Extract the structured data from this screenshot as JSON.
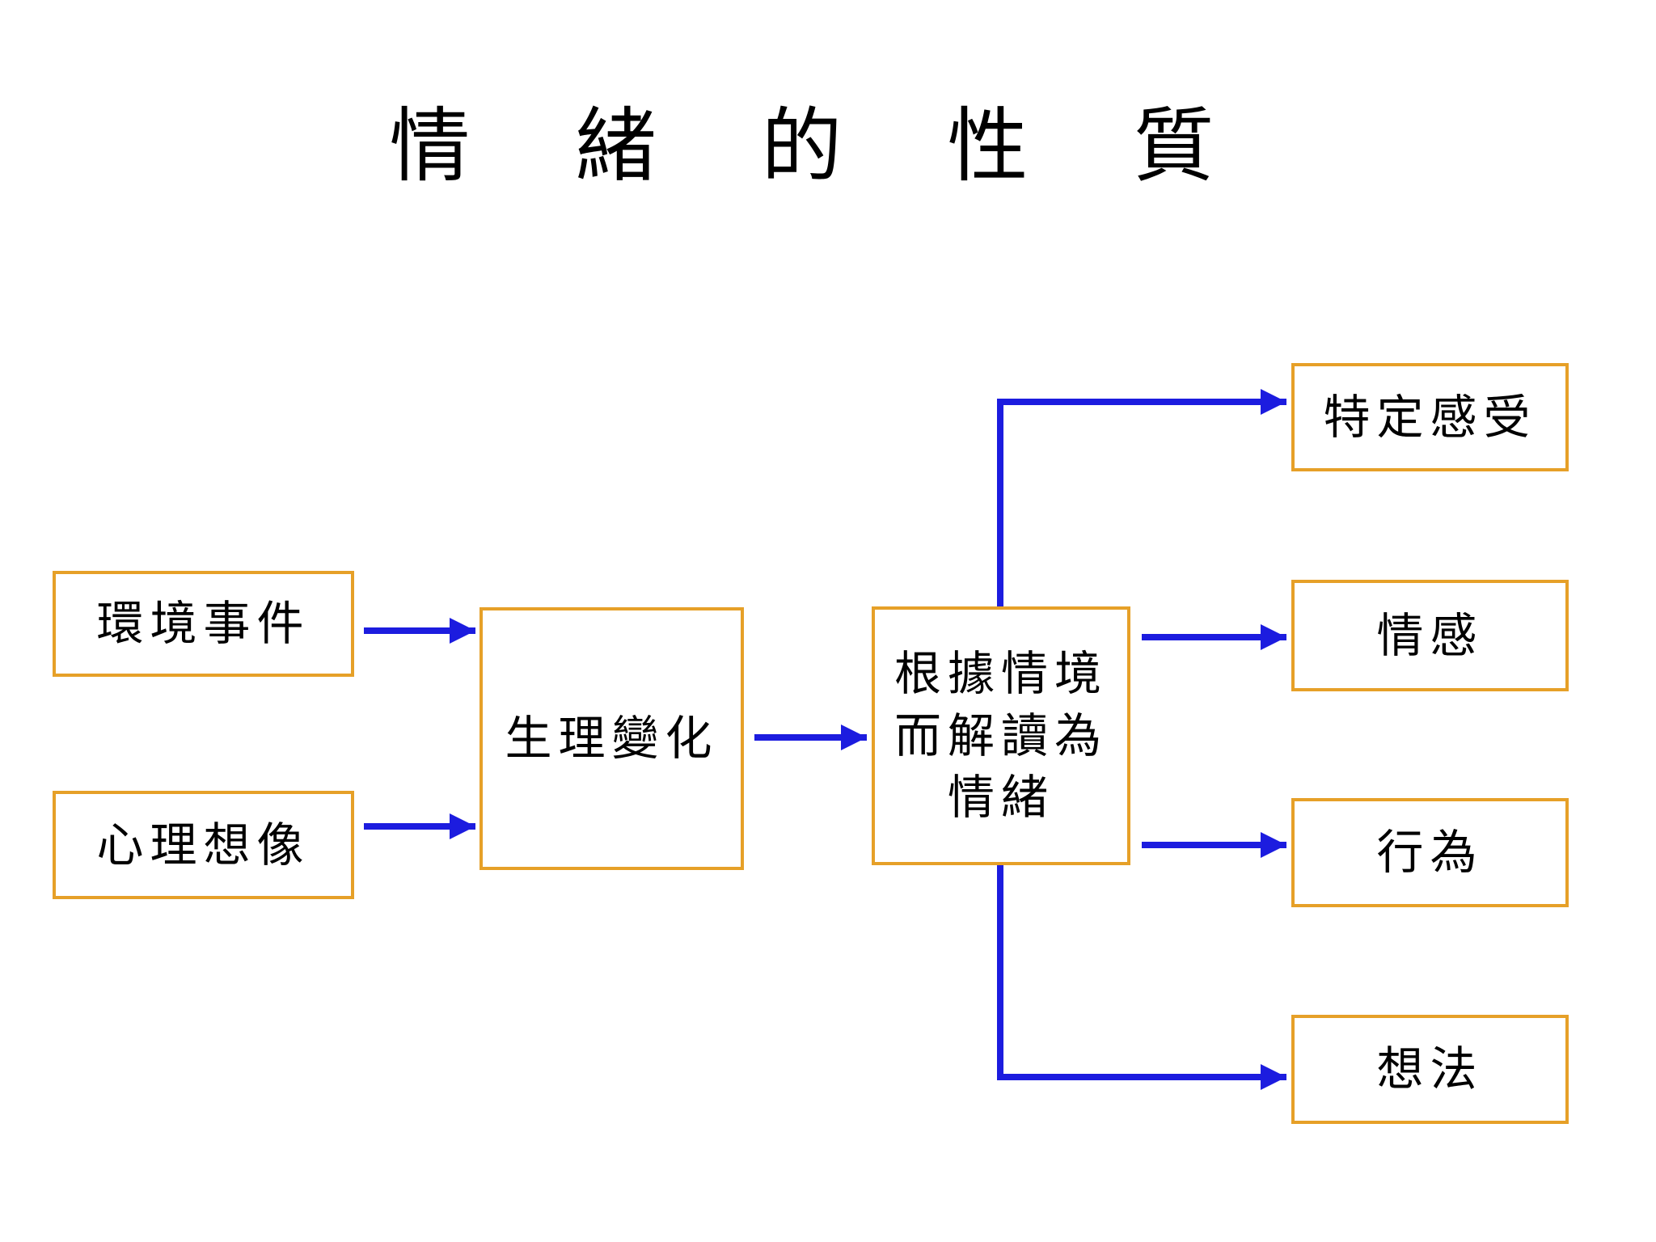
{
  "page": {
    "title": "情緒的性質"
  },
  "colors": {
    "box_border": "#E6A028",
    "arrow": "#1C1CDF",
    "text": "#000000",
    "background": "#FFFFFF"
  },
  "diagram": {
    "type": "flowchart",
    "nodes": [
      {
        "id": "environmental-events",
        "label": "環境事件"
      },
      {
        "id": "mental-imagery",
        "label": "心理想像"
      },
      {
        "id": "physiological-change",
        "label": "生理變化"
      },
      {
        "id": "context-interpretation",
        "label": "根據情境而解讀為情緒"
      },
      {
        "id": "specific-feelings",
        "label": "特定感受"
      },
      {
        "id": "affect",
        "label": "情感"
      },
      {
        "id": "behavior",
        "label": "行為"
      },
      {
        "id": "thoughts",
        "label": "想法"
      }
    ],
    "edges": [
      {
        "from": "environmental-events",
        "to": "physiological-change"
      },
      {
        "from": "mental-imagery",
        "to": "physiological-change"
      },
      {
        "from": "physiological-change",
        "to": "context-interpretation"
      },
      {
        "from": "context-interpretation",
        "to": "specific-feelings"
      },
      {
        "from": "context-interpretation",
        "to": "affect"
      },
      {
        "from": "context-interpretation",
        "to": "behavior"
      },
      {
        "from": "context-interpretation",
        "to": "thoughts"
      }
    ]
  }
}
